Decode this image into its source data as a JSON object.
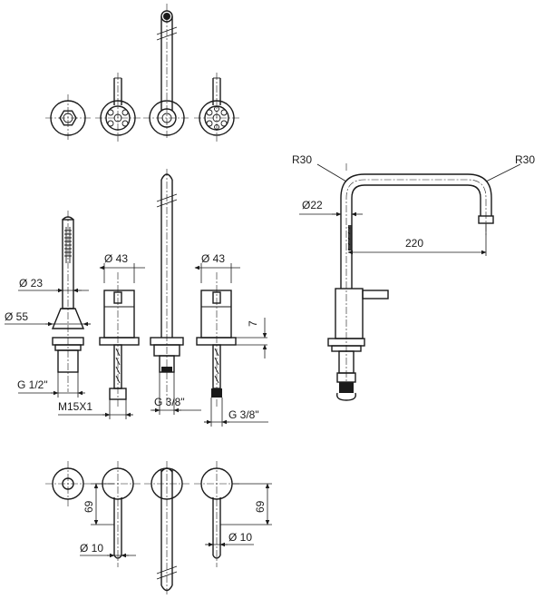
{
  "labels": {
    "r30_left": "R30",
    "r30_right": "R30",
    "dia22": "Ø22",
    "len220": "220",
    "dia43_a": "Ø 43",
    "dia43_b": "Ø 43",
    "dia23": "Ø 23",
    "dia55": "Ø 55",
    "h7": "7",
    "g12": "G 1/2\"",
    "m15": "M15X1",
    "g38_a": "G 3/8\"",
    "g38_b": "G 3/8\"",
    "h69_left": "69",
    "h69_right": "69",
    "dia10_a": "Ø 10",
    "dia10_b": "Ø 10"
  }
}
